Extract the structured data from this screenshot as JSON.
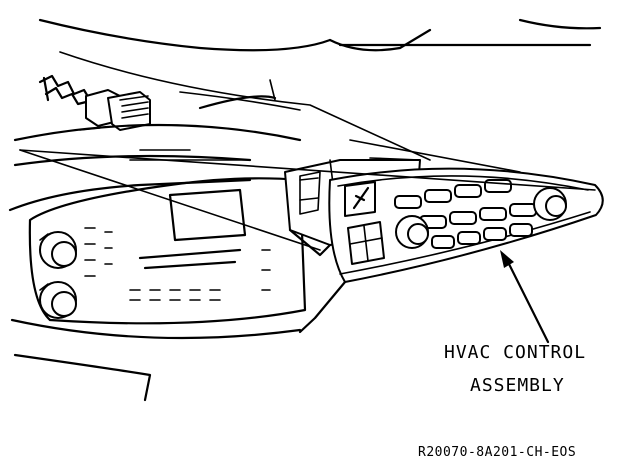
{
  "callout": {
    "line1": "HVAC CONTROL",
    "line2": "ASSEMBLY"
  },
  "figure_id": "R20070-8A201-CH-EOS",
  "icons": [
    "wiring-connector-icon",
    "fan-symbol-icon",
    "callout-arrow-icon"
  ]
}
